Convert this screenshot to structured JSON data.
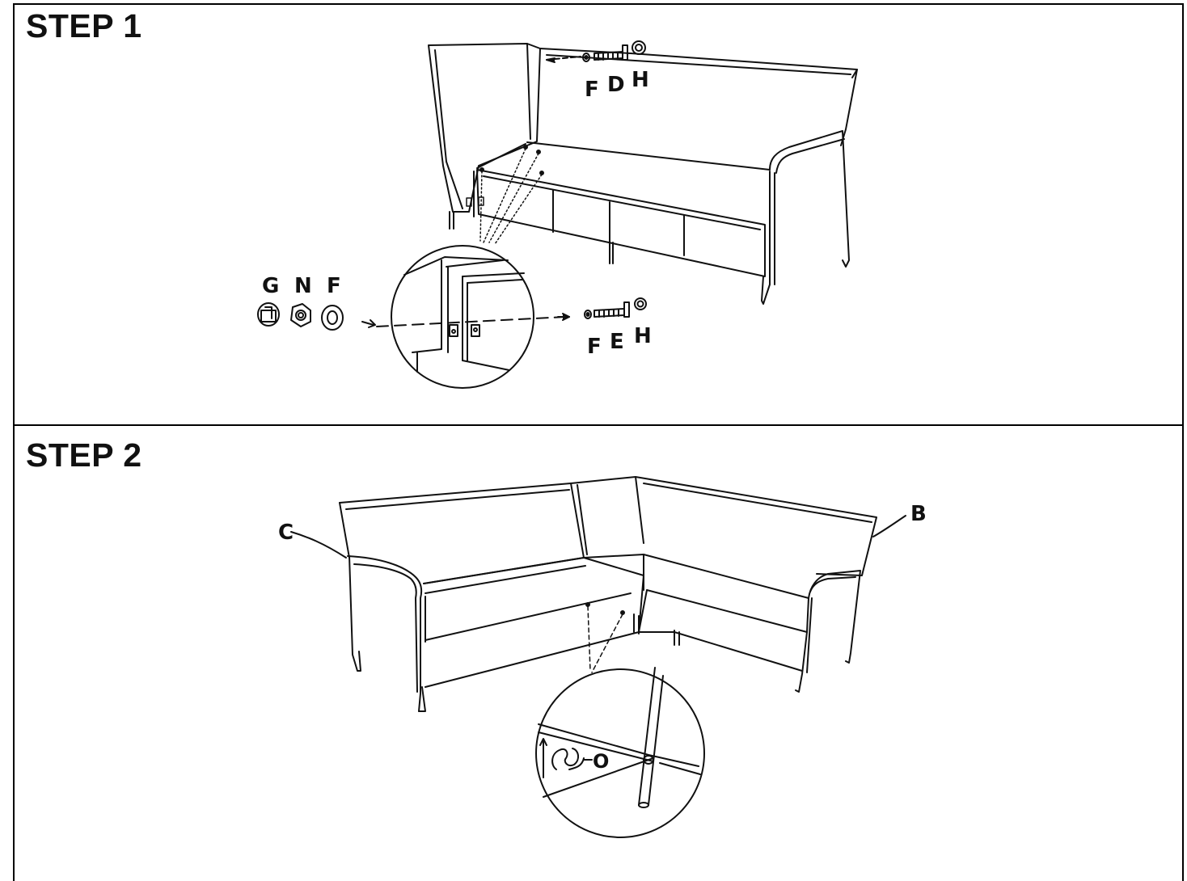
{
  "step1": {
    "title": "STEP 1",
    "top_labels": [
      "F",
      "D",
      "H"
    ],
    "callout_labels": [
      "G",
      "N",
      "F"
    ],
    "bottom_labels": [
      "F",
      "E",
      "H"
    ]
  },
  "step2": {
    "title": "STEP 2",
    "left_label": "C",
    "right_label": "B",
    "clip_label": "O"
  }
}
